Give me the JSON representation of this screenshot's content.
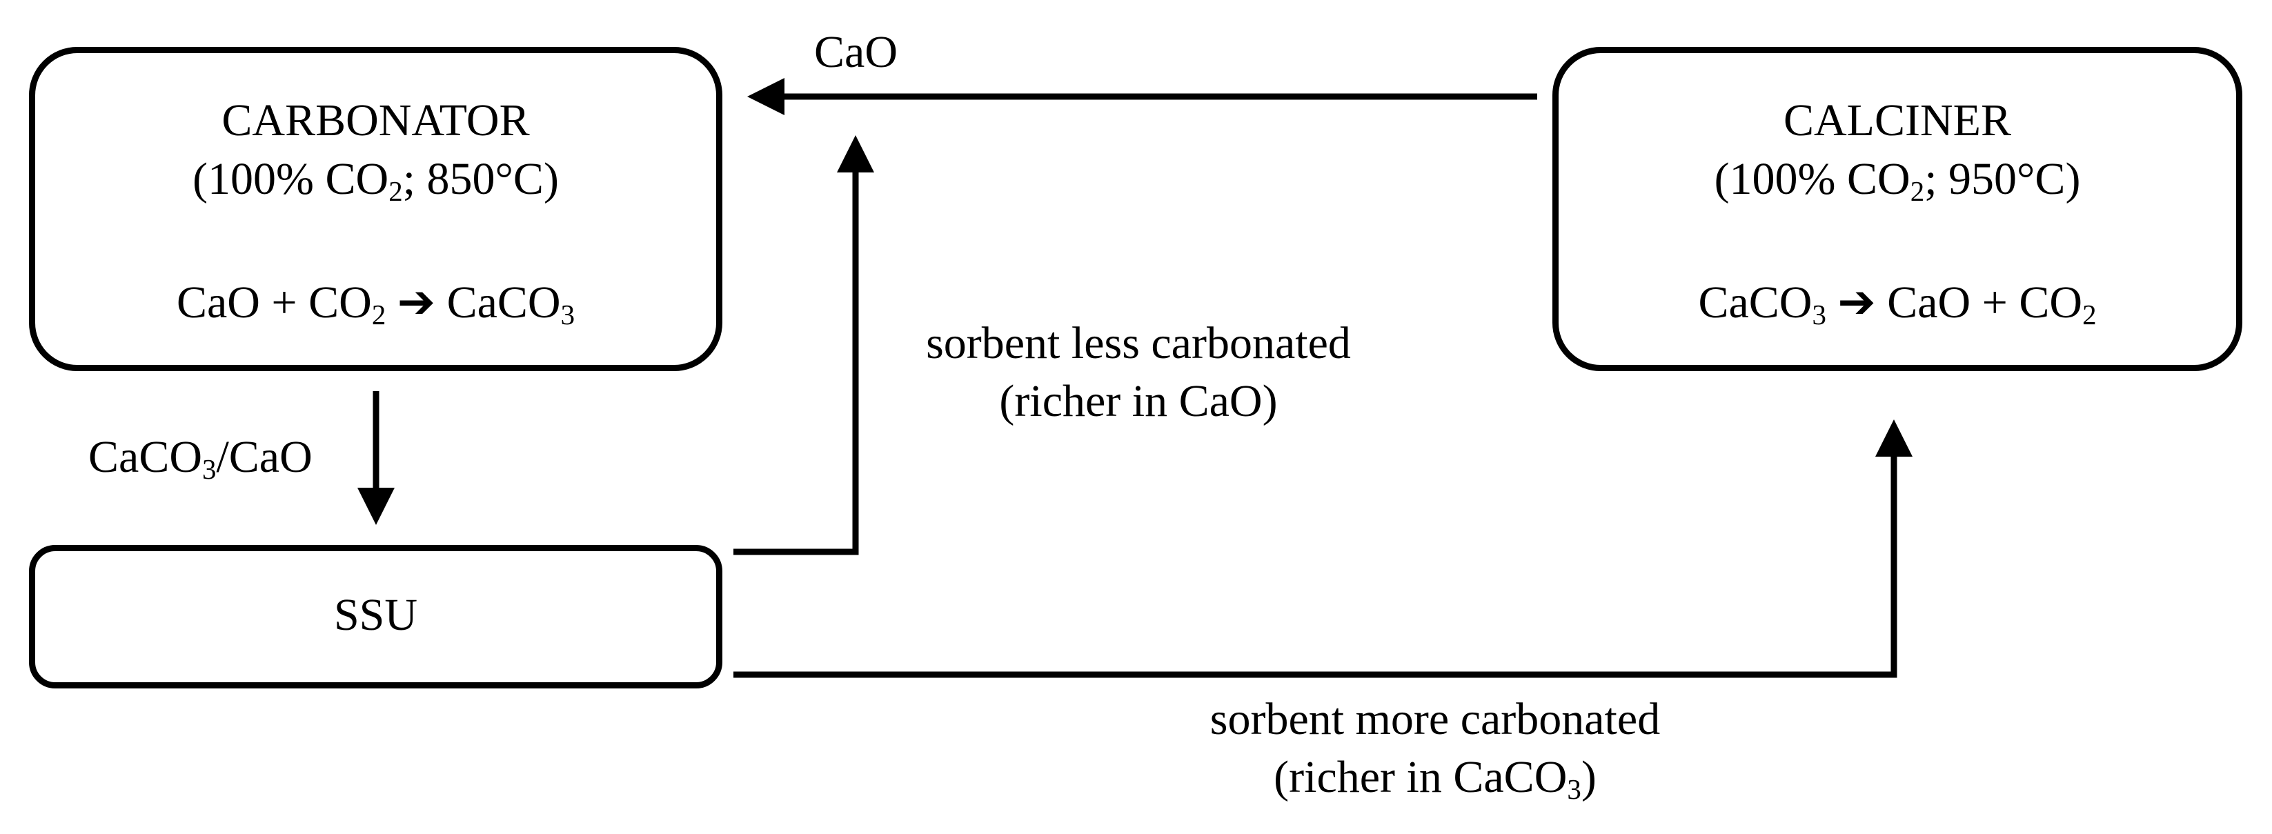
{
  "carbonator": {
    "title": "CARBONATOR",
    "conditions_pre": "(100% CO",
    "conditions_sub": "2",
    "conditions_post": "; 850°C)",
    "reaction_a": "CaO + CO",
    "reaction_a_sub": "2",
    "reaction_arrow": "➔",
    "reaction_b": "CaCO",
    "reaction_b_sub": "3"
  },
  "calciner": {
    "title": "CALCINER",
    "conditions_pre": "(100% CO",
    "conditions_sub": "2",
    "conditions_post": "; 950°C)",
    "reaction_a": "CaCO",
    "reaction_a_sub": "3",
    "reaction_arrow": "➔",
    "reaction_b": "CaO + CO",
    "reaction_b_sub": "2"
  },
  "ssu": {
    "title": "SSU"
  },
  "flows": {
    "cao_return": "CaO",
    "carbonator_to_ssu_pre": "CaCO",
    "carbonator_to_ssu_sub": "3",
    "carbonator_to_ssu_post": "/CaO",
    "less_carbonated_line1": "sorbent less carbonated",
    "less_carbonated_line2": "(richer in CaO)",
    "more_carbonated_line1": "sorbent more carbonated",
    "more_carbonated_line2_pre": "(richer in CaCO",
    "more_carbonated_line2_sub": "3",
    "more_carbonated_line2_post": ")"
  }
}
